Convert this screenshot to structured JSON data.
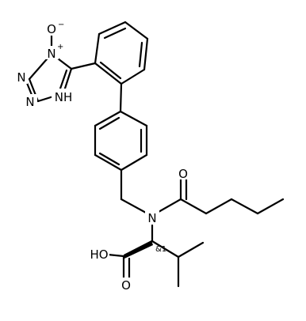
{
  "structure": {
    "atoms": {
      "oxide_o": "O",
      "oxide_n": "N",
      "n_top": "N",
      "n_mid": "N",
      "nh": "NH",
      "amide_n": "N",
      "amide_o": "O",
      "ho": "HO",
      "acid_o": "O",
      "stereo_label": "&1"
    }
  }
}
